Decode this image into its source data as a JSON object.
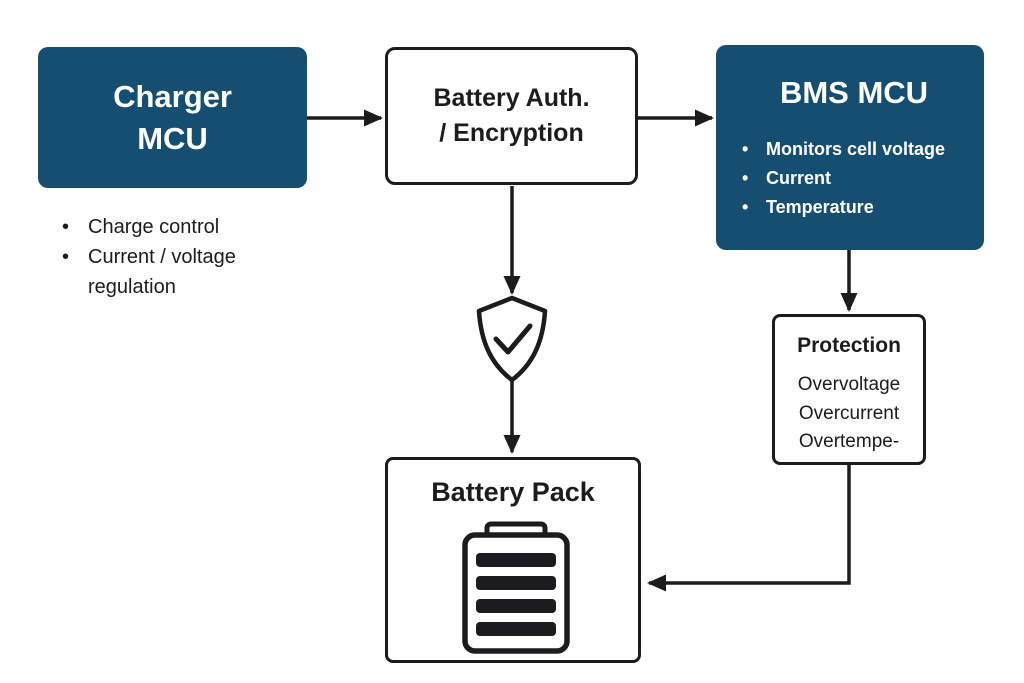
{
  "colors": {
    "navy": "#164e72",
    "ink": "#1c1c1e",
    "background": "#ffffff"
  },
  "boxes": {
    "charger_mcu": {
      "title_line1": "Charger",
      "title_line2": "MCU",
      "bullet_glyph": "•",
      "bullets": [
        "Charge control",
        "Current / voltage regulation"
      ]
    },
    "battery_auth": {
      "title_line1": "Battery Auth.",
      "title_line2": "/ Encryption"
    },
    "bms_mcu": {
      "title": "BMS MCU",
      "bullet_glyph": "•",
      "bullets": [
        "Monitors cell voltage",
        "Current",
        "Temperature"
      ]
    },
    "protection": {
      "title": "Protection",
      "items": [
        "Overvoltage",
        "Overcurrent",
        "Overtempe-"
      ]
    },
    "battery_pack": {
      "title": "Battery Pack"
    }
  },
  "icons": {
    "shield": "shield-check-icon",
    "battery": "battery-icon"
  }
}
